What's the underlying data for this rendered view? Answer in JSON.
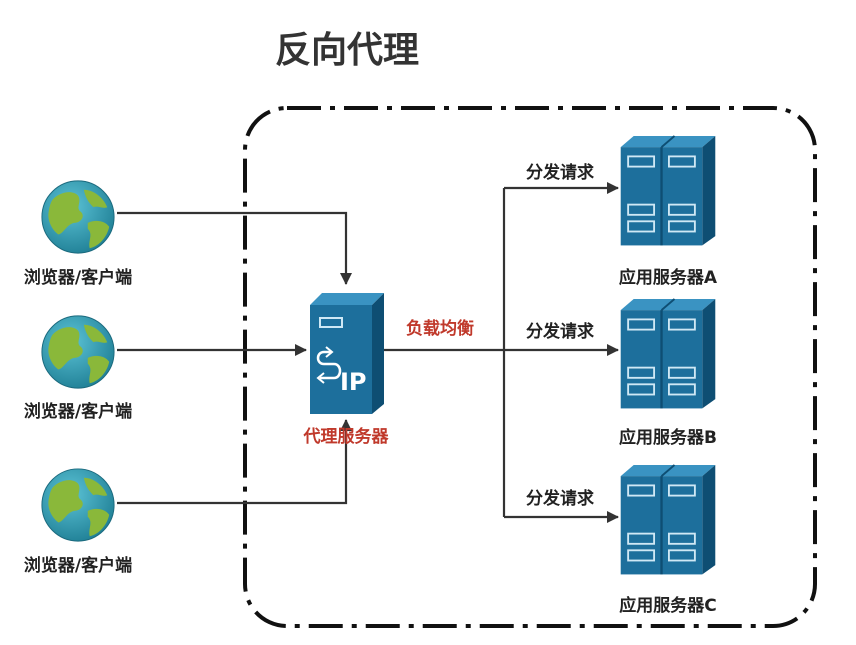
{
  "title": "反向代理",
  "clients": [
    {
      "label": "浏览器/客户端"
    },
    {
      "label": "浏览器/客户端"
    },
    {
      "label": "浏览器/客户端"
    }
  ],
  "proxy": {
    "label": "代理服务器",
    "badge": "IP"
  },
  "balance_label": "负载均衡",
  "servers": [
    {
      "label": "应用服务器A",
      "edge_label": "分发请求"
    },
    {
      "label": "应用服务器B",
      "edge_label": "分发请求"
    },
    {
      "label": "应用服务器C",
      "edge_label": "分发请求"
    }
  ],
  "colors": {
    "server_blue": "#1d6f9c",
    "server_dark": "#0e4e73",
    "accent_red": "#c0392b",
    "line": "#333333",
    "ocean": "#2b9ab0",
    "land": "#8ab83a"
  }
}
